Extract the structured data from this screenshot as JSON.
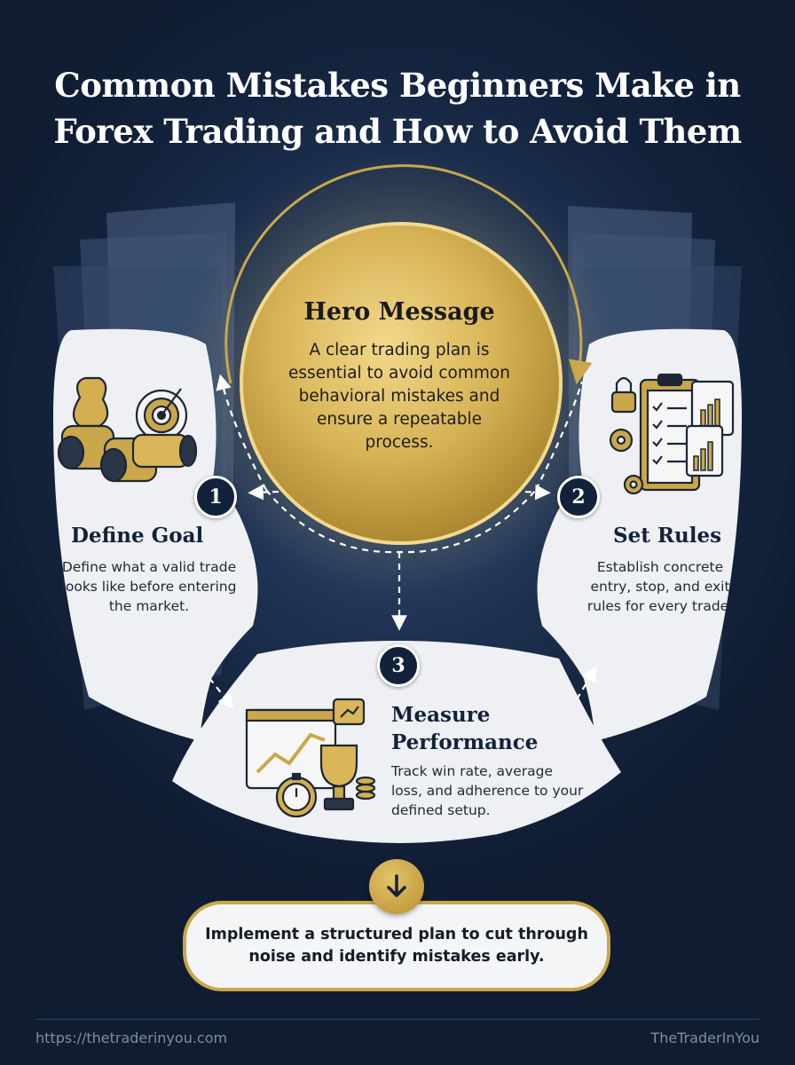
{
  "title": {
    "line1": "Common Mistakes Beginners Make in",
    "line2": "Forex Trading and How to Avoid Them"
  },
  "hero": {
    "title": "Hero Message",
    "text": "A clear trading plan is essential to avoid common behavioral mistakes and ensure a repeatable process."
  },
  "steps": [
    {
      "number": "1",
      "title": "Define Goal",
      "text": "Define what a valid trade looks like before entering the market.",
      "icon": "binoculars-target-icon"
    },
    {
      "number": "2",
      "title": "Set Rules",
      "text": "Establish concrete entry, stop, and exit rules for every trade.",
      "icon": "clipboard-checklist-icon"
    },
    {
      "number": "3",
      "title": "Measure Performance",
      "title_line1": "Measure",
      "title_line2": "Performance",
      "text": "Track win rate, average loss, and adherence to your defined setup.",
      "icon": "chart-trophy-icon"
    }
  ],
  "conclusion": {
    "text": "Implement a structured plan to cut through noise and identify mistakes early.",
    "icon": "arrow-down-icon"
  },
  "footer": {
    "url": "https://thetraderinyou.com",
    "brand": "TheTraderInYou"
  },
  "colors": {
    "navy": "#13223b",
    "gold": "#c9a74a",
    "card": "#eef0f4"
  }
}
